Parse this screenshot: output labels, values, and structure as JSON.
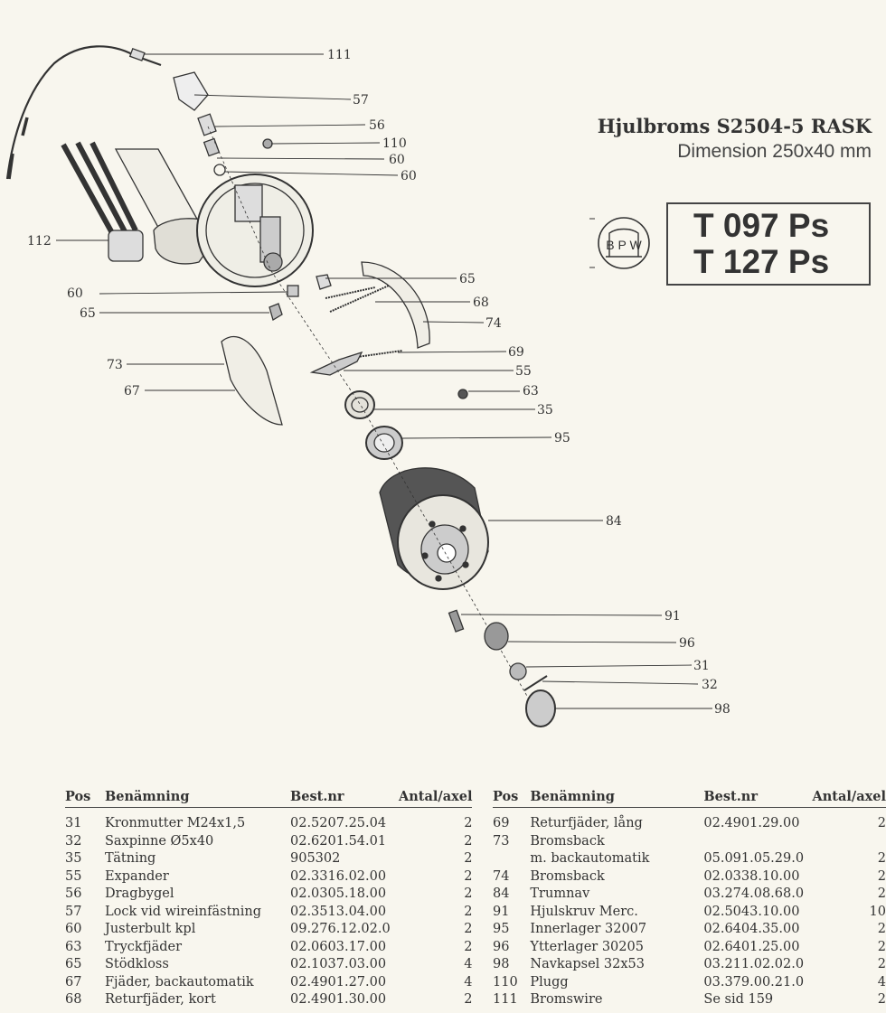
{
  "title": {
    "main": "Hjulbroms S2504-5 RASK",
    "sub": "Dimension 250x40 mm"
  },
  "logo": {
    "text": "B P W"
  },
  "models": [
    "T 097 Ps",
    "T 127 Ps"
  ],
  "callouts": {
    "c111": "111",
    "c57": "57",
    "c56": "56",
    "c110": "110",
    "c60a": "60",
    "c60b": "60",
    "c112": "112",
    "c65a": "65",
    "c60c": "60",
    "c68": "68",
    "c65b": "65",
    "c74": "74",
    "c69": "69",
    "c73": "73",
    "c55": "55",
    "c67": "67",
    "c63": "63",
    "c35": "35",
    "c95": "95",
    "c84": "84",
    "c91": "91",
    "c96": "96",
    "c31": "31",
    "c32": "32",
    "c98": "98"
  },
  "table": {
    "headers": {
      "pos": "Pos",
      "name": "Benämning",
      "nr": "Best.nr",
      "qty": "Antal/axel"
    },
    "left": [
      {
        "pos": "31",
        "name": "Kronmutter M24x1,5",
        "nr": "02.5207.25.04",
        "qty": "2"
      },
      {
        "pos": "32",
        "name": "Saxpinne Ø5x40",
        "nr": "02.6201.54.01",
        "qty": "2"
      },
      {
        "pos": "35",
        "name": "Tätning",
        "nr": "905302",
        "qty": "2"
      },
      {
        "pos": "55",
        "name": "Expander",
        "nr": "02.3316.02.00",
        "qty": "2"
      },
      {
        "pos": "56",
        "name": "Dragbygel",
        "nr": "02.0305.18.00",
        "qty": "2"
      },
      {
        "pos": "57",
        "name": "Lock vid wireinfästning",
        "nr": "02.3513.04.00",
        "qty": "2"
      },
      {
        "pos": "60",
        "name": "Justerbult kpl",
        "nr": "09.276.12.02.0",
        "qty": "2"
      },
      {
        "pos": "63",
        "name": "Tryckfjäder",
        "nr": "02.0603.17.00",
        "qty": "2"
      },
      {
        "pos": "65",
        "name": "Stödkloss",
        "nr": "02.1037.03.00",
        "qty": "4"
      },
      {
        "pos": "67",
        "name": "Fjäder, backautomatik",
        "nr": "02.4901.27.00",
        "qty": "4"
      },
      {
        "pos": "68",
        "name": "Returfjäder, kort",
        "nr": "02.4901.30.00",
        "qty": "2"
      }
    ],
    "right": [
      {
        "pos": "69",
        "name": "Returfjäder, lång",
        "nr": "02.4901.29.00",
        "qty": "2"
      },
      {
        "pos": "73",
        "name": "Bromsback",
        "nr": "",
        "qty": ""
      },
      {
        "pos": "",
        "name": "m. backautomatik",
        "nr": "05.091.05.29.0",
        "qty": "2"
      },
      {
        "pos": "74",
        "name": "Bromsback",
        "nr": "02.0338.10.00",
        "qty": "2"
      },
      {
        "pos": "84",
        "name": "Trumnav",
        "nr": "03.274.08.68.0",
        "qty": "2"
      },
      {
        "pos": "91",
        "name": "Hjulskruv Merc.",
        "nr": "02.5043.10.00",
        "qty": "10"
      },
      {
        "pos": "95",
        "name": "Innerlager 32007",
        "nr": "02.6404.35.00",
        "qty": "2"
      },
      {
        "pos": "96",
        "name": "Ytterlager 30205",
        "nr": "02.6401.25.00",
        "qty": "2"
      },
      {
        "pos": "98",
        "name": "Navkapsel 32x53",
        "nr": "03.211.02.02.0",
        "qty": "2"
      },
      {
        "pos": "110",
        "name": "Plugg",
        "nr": "03.379.00.21.0",
        "qty": "4"
      },
      {
        "pos": "111",
        "name": "Bromswire",
        "nr": "Se sid 159",
        "qty": "2"
      }
    ]
  }
}
